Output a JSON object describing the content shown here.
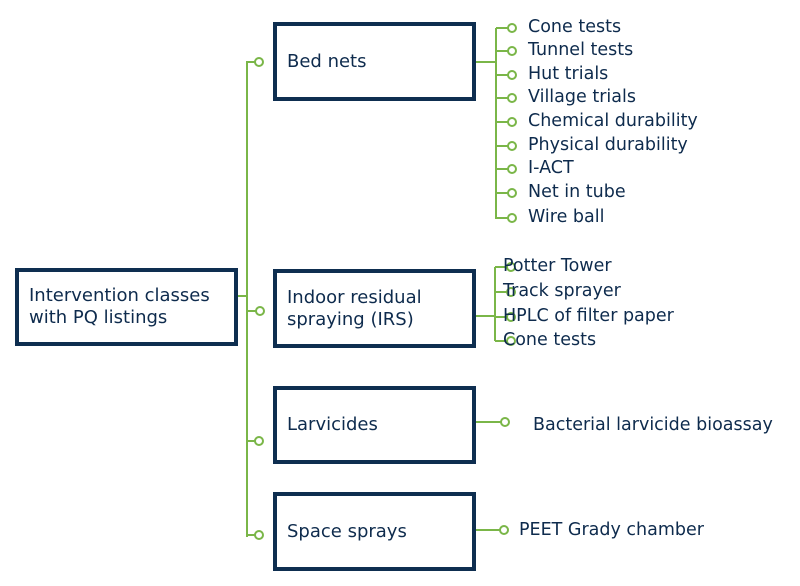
{
  "root": {
    "label_line1": "Intervention classes",
    "label_line2": "with PQ listings"
  },
  "colors": {
    "connector": "#7ab648",
    "box_border": "#0e2e50",
    "text": "#0e2b4d"
  },
  "categories": [
    {
      "label_line1": "Bed nets",
      "label_line2": "",
      "children": [
        "Cone tests",
        "Tunnel tests",
        "Hut trials",
        "Village trials",
        "Chemical durability",
        "Physical durability",
        "I-ACT",
        "Net in tube",
        "Wire ball"
      ]
    },
    {
      "label_line1": "Indoor residual",
      "label_line2": "spraying (IRS)",
      "children": [
        "Potter Tower",
        "Track sprayer",
        "HPLC of filter paper",
        "Cone tests"
      ]
    },
    {
      "label_line1": "Larvicides",
      "label_line2": "",
      "children": [
        "Bacterial larvicide bioassay"
      ]
    },
    {
      "label_line1": "Space sprays",
      "label_line2": "",
      "children": [
        "PEET Grady chamber"
      ]
    }
  ]
}
